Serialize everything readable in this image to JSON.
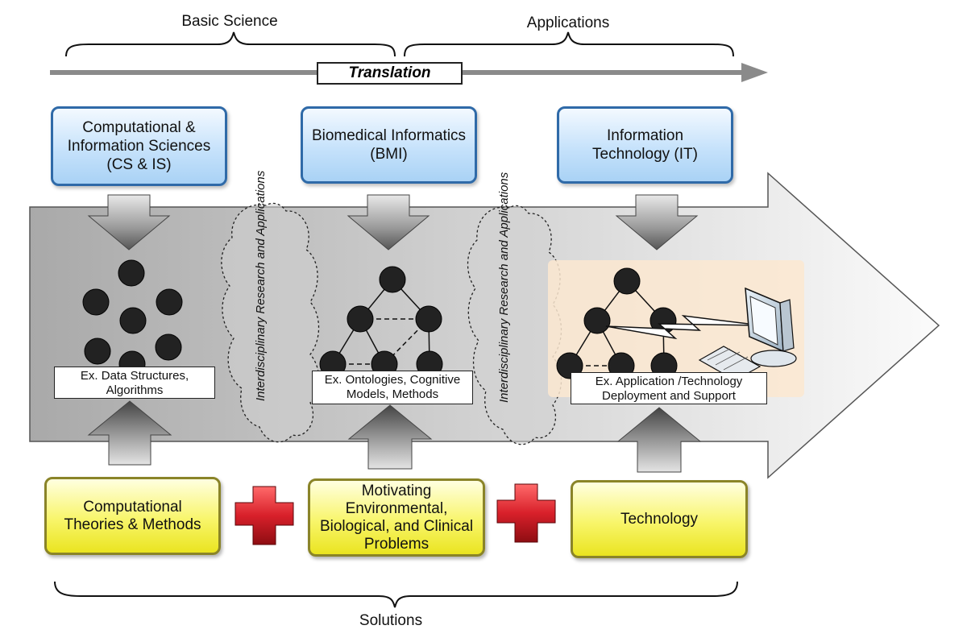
{
  "top": {
    "basic_science": "Basic Science",
    "applications": "Applications",
    "translation": "Translation"
  },
  "disciplines": [
    {
      "label": "Computational & Information Sciences (CS & IS)"
    },
    {
      "label": "Biomedical Informatics (BMI)"
    },
    {
      "label": "Information Technology (IT)"
    }
  ],
  "examples": [
    {
      "label": "Ex. Data Structures, Algorithms"
    },
    {
      "label": "Ex. Ontologies, Cognitive Models, Methods"
    },
    {
      "label": "Ex. Application /Technology Deployment and Support"
    }
  ],
  "interdisciplinary": [
    {
      "label": "Interdisciplinary Research and Applications"
    },
    {
      "label": "Interdisciplinary Research and Applications"
    }
  ],
  "inputs": [
    {
      "label": "Computational Theories & Methods"
    },
    {
      "label": "Motivating Environmental, Biological, and Clinical Problems"
    },
    {
      "label": "Technology"
    }
  ],
  "bottom": {
    "solutions": "Solutions"
  },
  "colors": {
    "blue_border": "#2f6aa8",
    "yellow_border": "#8a8428",
    "plus_red": "#d8202a",
    "node_dark": "#222222"
  }
}
